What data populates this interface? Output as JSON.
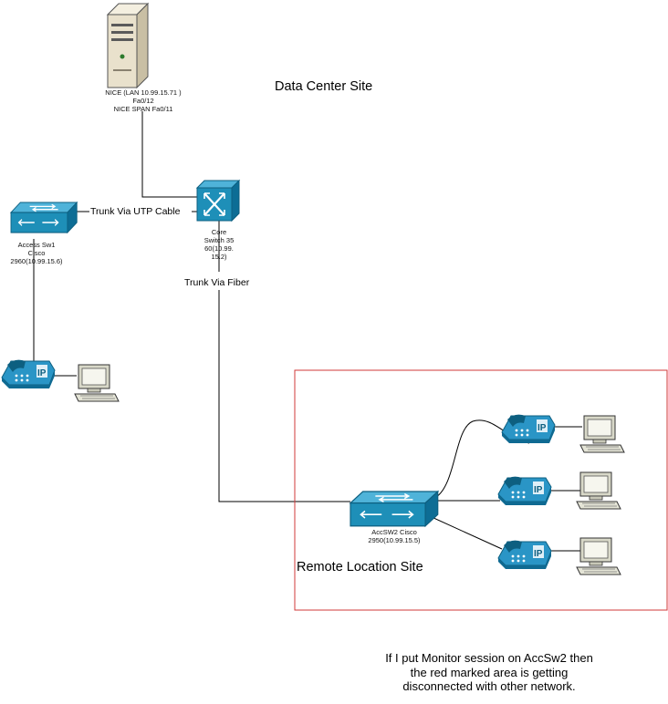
{
  "labels": {
    "server": [
      "NICE  (LAN 10.99.15.71 )",
      "Fa0/12",
      "NICE SPAN Fa0/11"
    ],
    "site_title": "Data Center Site",
    "core_switch": [
      "Core",
      "Switch 35",
      "60(10.99.",
      "15.2)"
    ],
    "access_sw1": [
      "Access Sw1",
      "Cisco",
      "2960(10.99.15.6)"
    ],
    "trunk_utp": "Trunk  Via UTP Cable",
    "trunk_fiber": "Trunk  Via Fiber",
    "acc_sw2": [
      "AccSW2 Cisco",
      "2950(10.99.15.5)"
    ],
    "remote_site": "Remote Location Site",
    "note": [
      "If I put Monitor session on AccSw2 then",
      "the red marked area is getting",
      "disconnected with other network."
    ]
  },
  "colors": {
    "switch_fill": "#1e8fb8",
    "switch_dark": "#0d5f80",
    "phone_fill": "#1f8fc0",
    "remote_box": "#d23a3a",
    "server_body": "#e9e1cc",
    "link_line": "#000000"
  },
  "icons": [
    "server-icon",
    "core-switch-icon",
    "access-switch-icon",
    "ip-phone-icon",
    "computer-icon"
  ]
}
